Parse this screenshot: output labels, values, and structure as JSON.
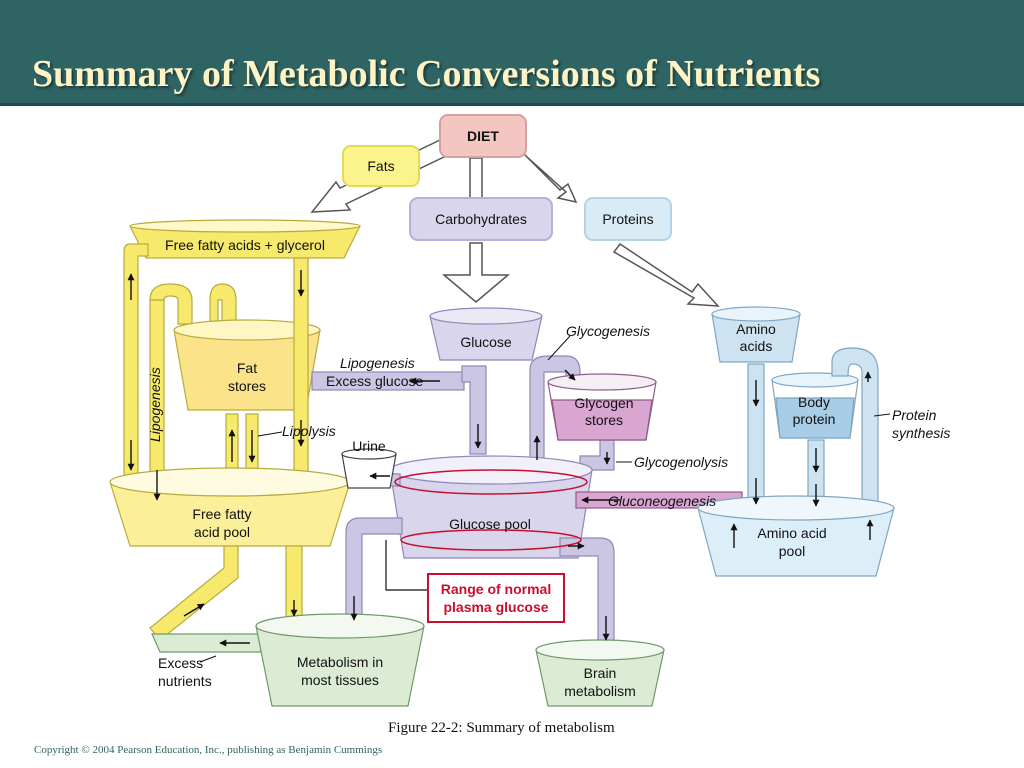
{
  "slide": {
    "title": "Summary of Metabolic Conversions of Nutrients",
    "caption": "Figure 22-2: Summary of metabolism",
    "copyright": "Copyright © 2004 Pearson Education, Inc., publishing as Benjamin Cummings"
  },
  "diagram": {
    "diet": "DIET",
    "fats": "Fats",
    "carbohydrates": "Carbohydrates",
    "proteins": "Proteins",
    "free_fatty_acids_glycerol": "Free fatty acids + glycerol",
    "fat_stores_1": "Fat",
    "fat_stores_2": "stores",
    "lipogenesis_vertical": "Lipogenesis",
    "lipogenesis": "Lipogenesis",
    "excess_glucose": "Excess glucose",
    "lipolysis": "Lipolysis",
    "free_fatty_acid_pool_1": "Free fatty",
    "free_fatty_acid_pool_2": "acid pool",
    "glucose": "Glucose",
    "glycogenesis": "Glycogenesis",
    "glycogen_stores_1": "Glycogen",
    "glycogen_stores_2": "stores",
    "glycogenolysis": "Glycogenolysis",
    "gluconeogenesis": "Gluconeogenesis",
    "urine": "Urine",
    "glucose_pool": "Glucose pool",
    "range_1": "Range of normal",
    "range_2": "plasma glucose",
    "amino_acids_1": "Amino",
    "amino_acids_2": "acids",
    "body_protein_1": "Body",
    "body_protein_2": "protein",
    "protein_synthesis_1": "Protein",
    "protein_synthesis_2": "synthesis",
    "amino_acid_pool_1": "Amino acid",
    "amino_acid_pool_2": "pool",
    "excess_nutrients_1": "Excess",
    "excess_nutrients_2": "nutrients",
    "metabolism_tissues_1": "Metabolism in",
    "metabolism_tissues_2": "most tissues",
    "brain_metabolism_1": "Brain",
    "brain_metabolism_2": "metabolism"
  },
  "colors": {
    "header": "#2f6464",
    "title": "#fdf3c4",
    "fat_yellow": "#f7e96b",
    "carb_lavender": "#cbc6e3",
    "protein_blue": "#cde3f1",
    "glycogen_pink": "#d9a6d2",
    "tissue_green": "#dcebd3",
    "range_red": "#c8102e"
  }
}
